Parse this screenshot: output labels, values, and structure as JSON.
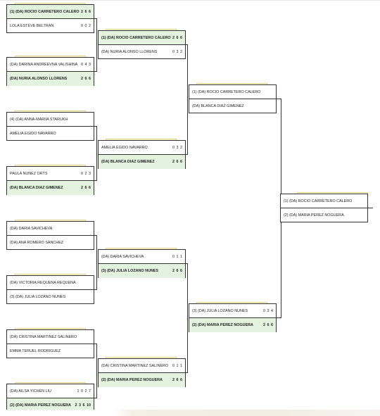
{
  "draw": {
    "round1": [
      {
        "p1": {
          "name": "(1) (DA) ROCIO CARRETERO CALERO",
          "score": "2 6 6",
          "win": true
        },
        "p2": {
          "name": "LOLA ESTEVE BELTRAN",
          "score": "0 0 2",
          "win": false
        }
      },
      {
        "p1": {
          "name": "(DA) DARINA ANDREEVNA VALISHINA",
          "score": "0 4 3",
          "win": false
        },
        "p2": {
          "name": "(DA) NURIA ALONSO LLORENS",
          "score": "2 6 6",
          "win": true
        }
      },
      {
        "p1": {
          "name": "(4) (DA) ANNA-MARIIA STARUKH",
          "score": "",
          "win": false
        },
        "p2": {
          "name": "AMELIA EGIDO NAVARRO",
          "score": "",
          "win": false
        }
      },
      {
        "p1": {
          "name": "PAULA NUNEZ ORTS",
          "score": "0 2 3",
          "win": false
        },
        "p2": {
          "name": "(DA) BLANCA DIAZ GIMENEZ",
          "score": "2 6 6",
          "win": true
        }
      },
      {
        "p1": {
          "name": "(DA) DARIA SAVICHEVA",
          "score": "",
          "win": false
        },
        "p2": {
          "name": "(DA) ANA ROMERO SANCHEZ",
          "score": "",
          "win": false
        }
      },
      {
        "p1": {
          "name": "(DA) VICTORIA REQUENA REQUENA",
          "score": "",
          "win": false
        },
        "p2": {
          "name": "(3) (DA) JULIA LOZANO NUNES",
          "score": "",
          "win": false
        }
      },
      {
        "p1": {
          "name": "(DA) CRISTINA MARTINEZ SALINERO",
          "score": "",
          "win": false
        },
        "p2": {
          "name": "EMMA TERUEL RODRIGUEZ",
          "score": "",
          "win": false
        }
      },
      {
        "p1": {
          "name": "(DA) AILSA YICHEN LIU",
          "score": "1 0 2 7",
          "win": false
        },
        "p2": {
          "name": "(2) (DA) MARIA PEREZ NOGUERA",
          "score": "2 3 6 10",
          "win": true
        }
      }
    ],
    "round2": [
      {
        "p1": {
          "name": "(1) (DA) ROCIO CARRETERO CALERO",
          "score": "2 6 6",
          "win": true
        },
        "p2": {
          "name": "(DA) NURIA ALONSO LLORENS",
          "score": "0 3 2",
          "win": false
        }
      },
      {
        "p1": {
          "name": "AMELIA EGIDO NAVARRO",
          "score": "0 3 2",
          "win": false
        },
        "p2": {
          "name": "(DA) BLANCA DIAZ GIMENEZ",
          "score": "2 6 6",
          "win": true
        }
      },
      {
        "p1": {
          "name": "(DA) DARIA SAVICHEVA",
          "score": "0 1 1",
          "win": false
        },
        "p2": {
          "name": "(3) (DA) JULIA LOZANO NUNES",
          "score": "2 6 6",
          "win": true
        }
      },
      {
        "p1": {
          "name": "(DA) CRISTINA MARTINEZ SALINERO",
          "score": "0 1 1",
          "win": false
        },
        "p2": {
          "name": "(2) (DA) MARIA PEREZ NOGUERA",
          "score": "2 6 6",
          "win": true
        }
      }
    ],
    "round3": [
      {
        "p1": {
          "name": "(1) (DA) ROCIO CARRETERO CALERO",
          "score": "",
          "win": false
        },
        "p2": {
          "name": "(DA) BLANCA DIAZ GIMENEZ",
          "score": "",
          "win": false
        }
      },
      {
        "p1": {
          "name": "(3) (DA) JULIA LOZANO NUNES",
          "score": "0 3 4",
          "win": false
        },
        "p2": {
          "name": "(2) (DA) MARIA PEREZ NOGUERA",
          "score": "2 6 6",
          "win": true
        }
      }
    ],
    "final": [
      {
        "p1": {
          "name": "(1) (DA) ROCIO CARRETERO CALERO",
          "score": "",
          "win": false
        },
        "p2": {
          "name": "(2) (DA) MARIA PEREZ NOGUERA",
          "score": "",
          "win": false
        }
      }
    ]
  }
}
